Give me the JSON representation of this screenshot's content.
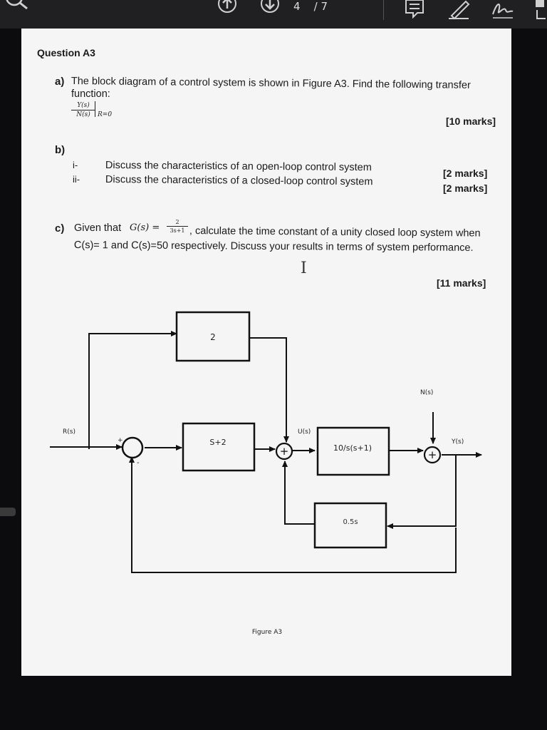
{
  "toolbar": {
    "page_current": "4",
    "page_separator": "/ 7",
    "icons": [
      "search-icon",
      "upload-icon",
      "download-icon",
      "comment-icon",
      "pen-icon",
      "signature-icon",
      "share-icon"
    ]
  },
  "question": {
    "title": "Question A3",
    "a_label": "a)",
    "a_text_line1": "The block diagram of a control system is shown in Figure A3. Find the following transfer",
    "a_text_line2": "function:",
    "a_fraction_num": "Y(s)",
    "a_fraction_den": "N(s)",
    "a_condition": "R=0",
    "a_marks": "[10 marks]",
    "b_label": "b)",
    "b_items": [
      {
        "num": "i-",
        "text": "Discuss the characteristics of an open-loop control system",
        "marks": "[2 marks]"
      },
      {
        "num": "ii-",
        "text": "Discuss the characteristics of a closed-loop control system",
        "marks": "[2 marks]"
      }
    ],
    "c_label": "c)",
    "c_text_pre": "Given that",
    "c_formula_lhs": "G(s) =",
    "c_formula_num": "2",
    "c_formula_den": "3s+1",
    "c_text_post": ", calculate the time constant of a unity closed loop system when",
    "c_text_line2": "C(s)= 1 and C(s)=50 respectively. Discuss your results in terms of system performance.",
    "c_marks": "[11 marks]"
  },
  "diagram": {
    "block_top": "2",
    "block_s2": "S+2",
    "block_plant": "10/s(s+1)",
    "block_feedback": "0.5s",
    "label_R": "R(s)",
    "label_U": "U(s)",
    "label_N": "N(s)",
    "label_Y": "Y(s)",
    "sign_plus_first": "+",
    "sign_minus_first": "-",
    "sum2_sign": "+",
    "sum3_sign": "+",
    "caption": "Figure A3"
  }
}
